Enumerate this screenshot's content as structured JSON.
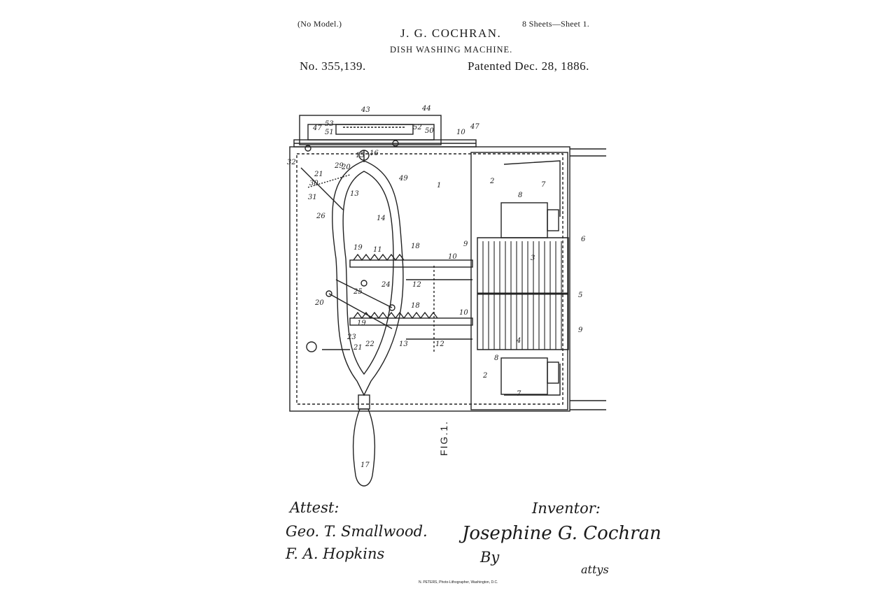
{
  "header": {
    "no_model": "(No Model.)",
    "sheets": "8 Sheets—Sheet 1.",
    "inventor_name": "J. G. COCHRAN.",
    "title": "DISH WASHING MACHINE.",
    "patent_number": "No. 355,139.",
    "patent_date": "Patented Dec. 28, 1886."
  },
  "figure": {
    "label": "FIG.1.",
    "ref_numbers": [
      "1",
      "2",
      "3",
      "4",
      "5",
      "6",
      "7",
      "8",
      "9",
      "10",
      "11",
      "12",
      "13",
      "14",
      "15",
      "16",
      "17",
      "18",
      "19",
      "20",
      "21",
      "22",
      "23",
      "24",
      "25",
      "26",
      "29",
      "30",
      "31",
      "32",
      "43",
      "44",
      "47",
      "49",
      "50",
      "51",
      "52",
      "53"
    ]
  },
  "signatures": {
    "attest_label": "Attest:",
    "witness_1": "Geo. T. Smallwood.",
    "witness_2": "F. A. Hopkins",
    "inventor_label": "Inventor:",
    "inventor_signature": "Josephine G. Cochran",
    "by_label": "By",
    "attys_label": "attys"
  },
  "footer": {
    "lithographer": "N. PETERS, Photo-Lithographer, Washington, D.C."
  }
}
